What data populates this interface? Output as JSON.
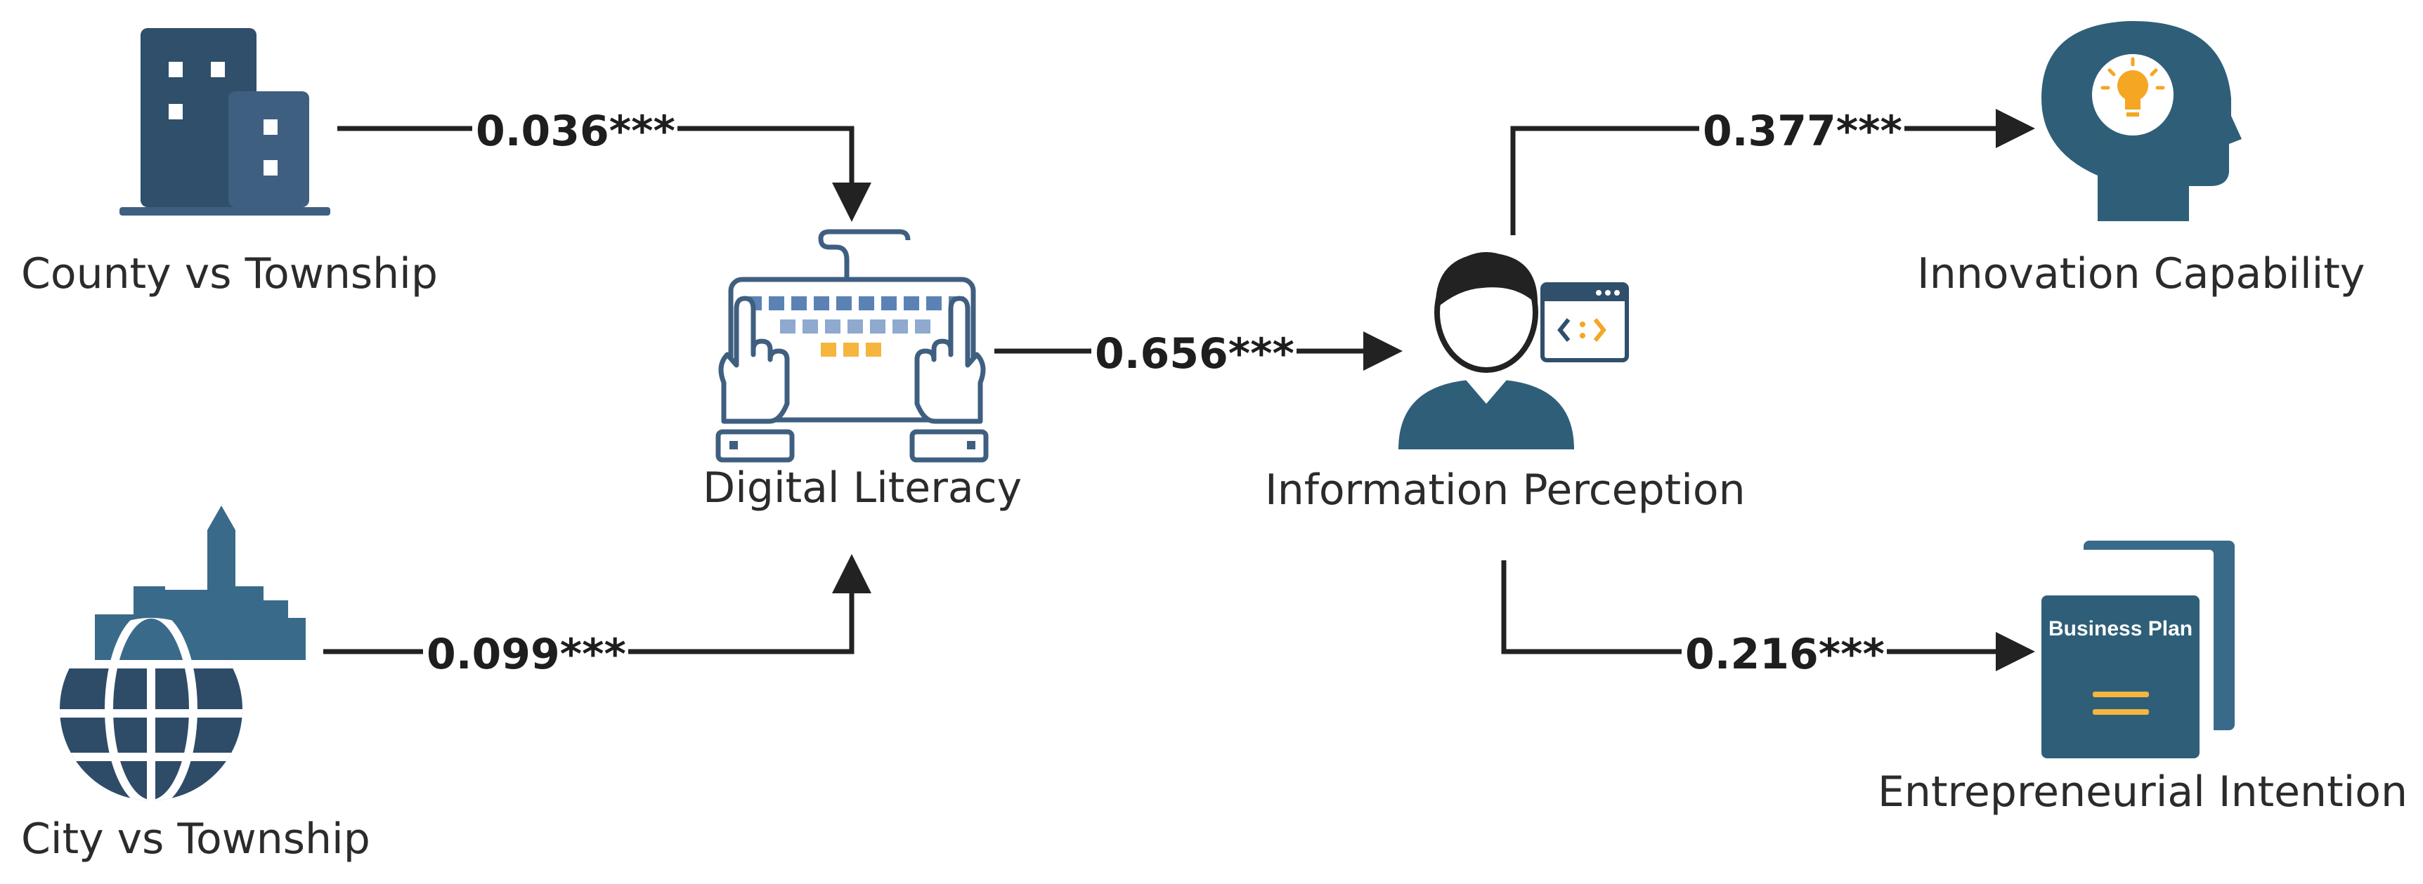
{
  "colors": {
    "navy": "#2f4f6b",
    "slate": "#3f5f80",
    "teal": "#2f5f78",
    "key_blue": "#6d8fbe",
    "key_orange": "#f5b53f",
    "bulb": "#f5a623",
    "arrow": "#222222"
  },
  "nodes": {
    "county": {
      "label": "County vs Township",
      "icon": "building-icon"
    },
    "city": {
      "label": "City vs Township",
      "icon": "city-globe-icon"
    },
    "digital": {
      "label": "Digital Literacy",
      "icon": "keyboard-hands-icon"
    },
    "info": {
      "label": "Information Perception",
      "icon": "person-code-window-icon"
    },
    "innovation": {
      "label": "Innovation Capability",
      "icon": "head-lightbulb-icon"
    },
    "entre": {
      "label": "Entrepreneurial Intention",
      "icon": "business-plan-icon",
      "badge": "Business Plan"
    }
  },
  "edges": {
    "county_digital": "0.036***",
    "city_digital": "0.099***",
    "digital_info": "0.656***",
    "info_innovation": "0.377***",
    "info_entre": "0.216***"
  }
}
